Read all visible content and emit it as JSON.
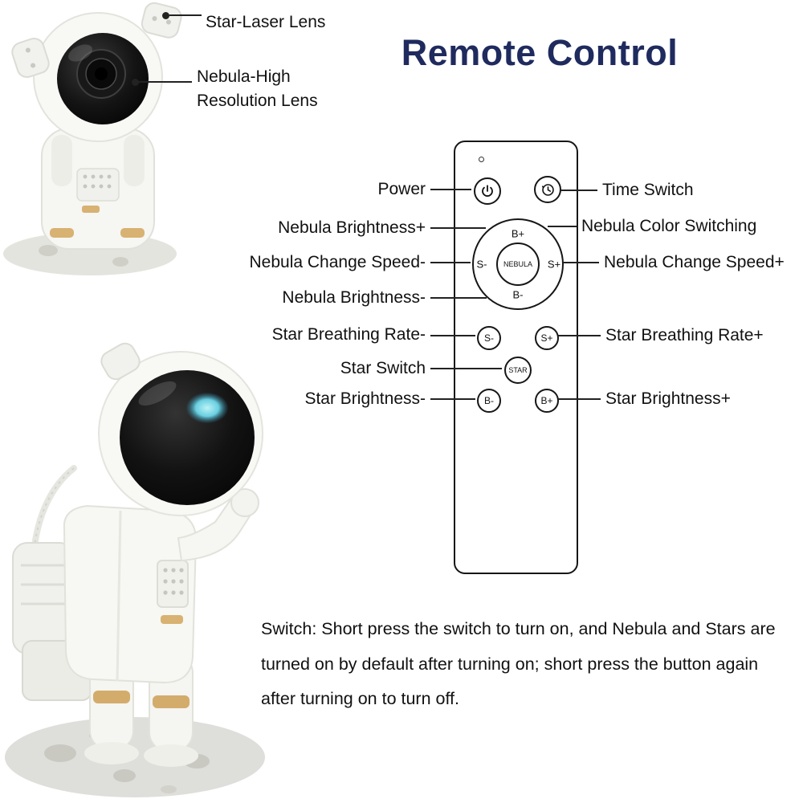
{
  "title": "Remote Control",
  "callouts": {
    "star_laser": "Star-Laser Lens",
    "nebula_line1": "Nebula-High",
    "nebula_line2": "Resolution Lens"
  },
  "remote": {
    "dpad": {
      "top": "B+",
      "left": "S-",
      "right": "S+",
      "bottom": "B-",
      "center": "NEBULA"
    },
    "buttons": {
      "star_rate_minus": "S-",
      "star_rate_plus": "S+",
      "star_switch": "STAR",
      "star_bright_minus": "B-",
      "star_bright_plus": "B+"
    },
    "icons": {
      "power": "power-icon",
      "time": "time-switch-icon"
    }
  },
  "labels_left": [
    "Power",
    "Nebula Brightness+",
    "Nebula Change Speed-",
    "Nebula Brightness-",
    "Star Breathing Rate-",
    "Star Switch",
    "Star Brightness-"
  ],
  "labels_right": [
    "Time Switch",
    "Nebula Color Switching",
    "Nebula Change Speed+",
    "Star Breathing Rate+",
    "Star Brightness+"
  ],
  "note": "Switch: Short press the switch to turn on, and Nebula and Stars are turned on by default after turning on; short press the button again after turning on to turn off.",
  "colors": {
    "title": "#1f2b5e",
    "text": "#111111",
    "line": "#222222",
    "gold_accent": "#d3ac6c"
  }
}
